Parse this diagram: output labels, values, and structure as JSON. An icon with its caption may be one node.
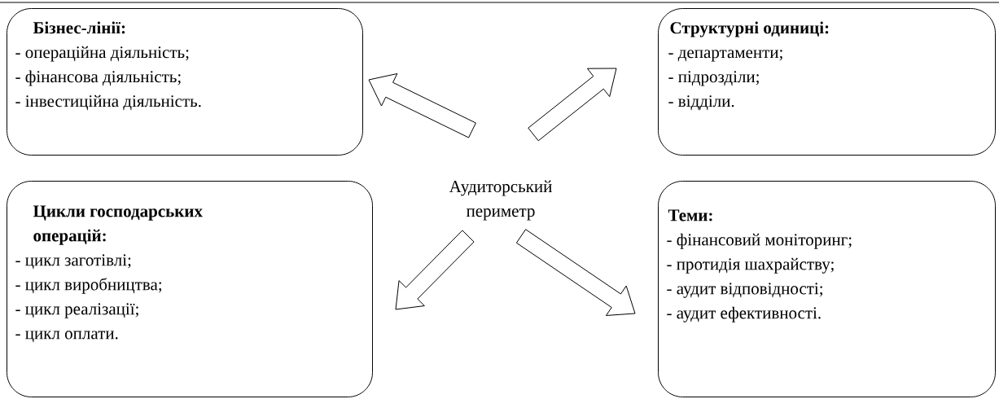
{
  "diagram": {
    "nodes": [
      {
        "text": [
          "Бізнес-лінії:",
          "- операційна діяльність;",
          "- фінансова діяльність;",
          "- інвестиційна діяльність."
        ]
      },
      {
        "text": [
          "Структурні одиниці:",
          "- департаменти;",
          "- підрозділи;",
          "- відділи."
        ]
      },
      {
        "text": [
          "Цикли господарських операцій:",
          "- цикл заготівлі;",
          "- цикл виробництва;",
          "- цикл реалізації;",
          "- цикл оплати."
        ]
      },
      {
        "text": [
          "Теми:",
          "- фінансовий моніторинг;",
          "- протидія шахрайству;",
          "- аудит відповідності;",
          "- аудит ефективності."
        ]
      },
      {
        "text": [
          "Аудиторський периметр"
        ]
      }
    ],
    "edges": [
      {
        "from": 4,
        "to": 0,
        "arrow": "to"
      },
      {
        "from": 4,
        "to": 1,
        "arrow": "to"
      },
      {
        "from": 4,
        "to": 2,
        "arrow": "to"
      },
      {
        "from": 4,
        "to": 3,
        "arrow": "to"
      }
    ]
  }
}
